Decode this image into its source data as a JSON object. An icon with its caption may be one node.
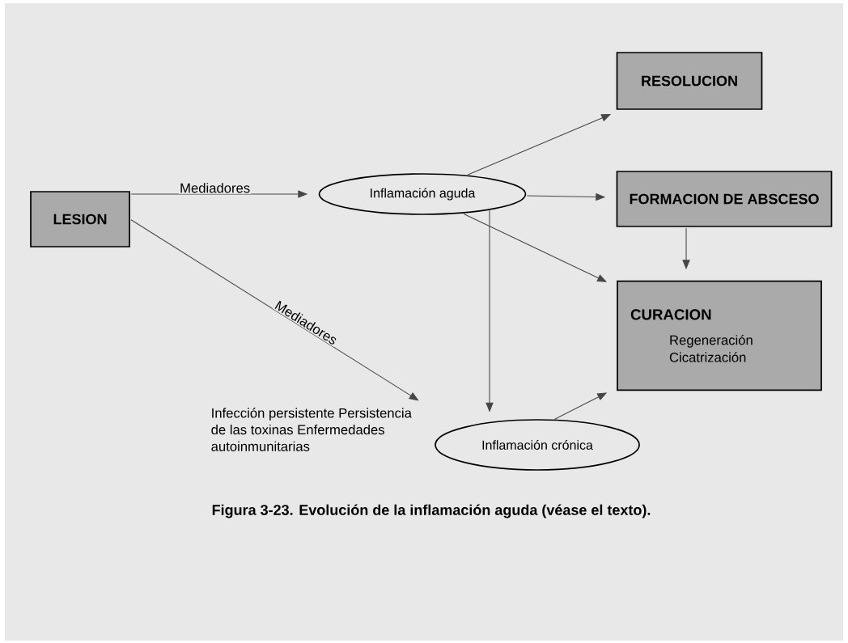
{
  "diagram": {
    "caption": "Figura 3-23. Evolución de la inflamación aguda (véase el texto).",
    "nodes": [
      {
        "text": [
          "LESION"
        ]
      },
      {
        "text": [
          "Inflamación aguda"
        ]
      },
      {
        "text": [
          "RESOLUCION"
        ]
      },
      {
        "text": [
          "FORMACION DE ABSCESO"
        ]
      },
      {
        "text": [
          "CURACION",
          "Regeneración Cicatrización"
        ]
      },
      {
        "text": [
          "Inflamación crónica"
        ]
      },
      {
        "text": [
          "Infección persistente Persistencia de las toxinas Enfermedades autoinmunitarias"
        ]
      }
    ],
    "edges": [
      {
        "from": 0,
        "to": 1,
        "arrow": "to",
        "label": "Mediadores"
      },
      {
        "from": 0,
        "to": 6,
        "arrow": "to",
        "label": "Mediadores"
      },
      {
        "from": 1,
        "to": 2,
        "arrow": "to"
      },
      {
        "from": 1,
        "to": 3,
        "arrow": "to"
      },
      {
        "from": 1,
        "to": 4,
        "arrow": "to"
      },
      {
        "from": 1,
        "to": 5,
        "arrow": "to"
      },
      {
        "from": 3,
        "to": 4,
        "arrow": "to"
      },
      {
        "from": 5,
        "to": 4,
        "arrow": "to"
      }
    ]
  }
}
